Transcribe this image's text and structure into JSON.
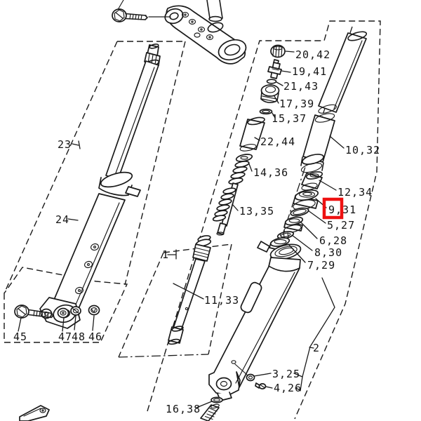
{
  "diagram": {
    "background_color": "#ffffff",
    "line_color": "#1a1a1a",
    "highlight": {
      "color": "#ee1111",
      "highlighted_text": "9",
      "part_ref": "9,31"
    }
  },
  "part_labels": [
    {
      "id": "20-42",
      "text": "20,42"
    },
    {
      "id": "19-41",
      "text": "19,41"
    },
    {
      "id": "21-43",
      "text": "21,43"
    },
    {
      "id": "17-39",
      "text": "17,39"
    },
    {
      "id": "15-37",
      "text": "15,37"
    },
    {
      "id": "22-44",
      "text": "22,44"
    },
    {
      "id": "14-36",
      "text": "14,36"
    },
    {
      "id": "13-35",
      "text": "13,35"
    },
    {
      "id": "10-32",
      "text": "10,32"
    },
    {
      "id": "12-34",
      "text": "12,34"
    },
    {
      "id": "9-31",
      "text": "9,31"
    },
    {
      "id": "5-27",
      "text": "5,27"
    },
    {
      "id": "6-28",
      "text": "6,28"
    },
    {
      "id": "8-30",
      "text": "8,30"
    },
    {
      "id": "7-29",
      "text": "7,29"
    },
    {
      "id": "23",
      "text": "23"
    },
    {
      "id": "24",
      "text": "24"
    },
    {
      "id": "1",
      "text": "1"
    },
    {
      "id": "11-33",
      "text": "11,33"
    },
    {
      "id": "2",
      "text": "2"
    },
    {
      "id": "3-25",
      "text": "3,25"
    },
    {
      "id": "4-26",
      "text": "4,26"
    },
    {
      "id": "16-38",
      "text": "16,38"
    },
    {
      "id": "45",
      "text": "45"
    },
    {
      "id": "47",
      "text": "47"
    },
    {
      "id": "48",
      "text": "48"
    },
    {
      "id": "46",
      "text": "46"
    }
  ]
}
